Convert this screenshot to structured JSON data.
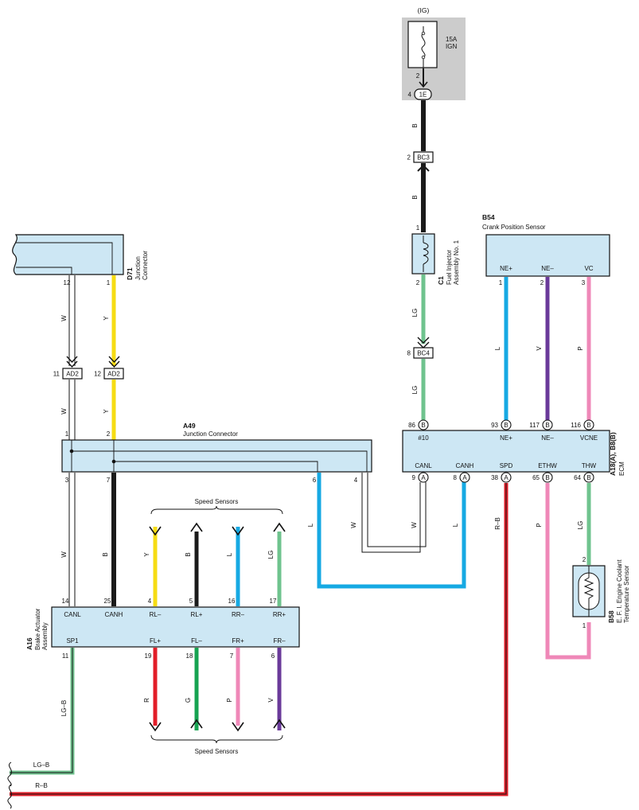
{
  "fuse": {
    "source": "(IG)",
    "rating": "15A",
    "name": "IGN",
    "pin": "2",
    "conn_pin": "4",
    "conn": "1E"
  },
  "connectors": {
    "bc3": {
      "pin": "2",
      "name": "BC3"
    },
    "bc4": {
      "pin": "8",
      "name": "BC4"
    },
    "ad2_w": {
      "pin": "11",
      "name": "AD2"
    },
    "ad2_y": {
      "pin": "12",
      "name": "AD2"
    }
  },
  "injector": {
    "code": "C1",
    "name_line1": "Fuel Injector",
    "name_line2": "Assembly No. 1",
    "pin_top": "1",
    "pin_bottom": "2"
  },
  "d71": {
    "code": "D71",
    "line1": "Junction",
    "line2": "Connector",
    "pin_w": "12",
    "pin_y": "1"
  },
  "a49": {
    "code": "A49",
    "name": "Junction Connector",
    "pins_top": [
      "1",
      "2"
    ],
    "pins_bottom": [
      "3",
      "7",
      "6",
      "4"
    ]
  },
  "b54": {
    "code": "B54",
    "name": "Crank Position Sensor",
    "terms": [
      "NE+",
      "NE–",
      "VC"
    ],
    "pins": [
      "1",
      "2",
      "3"
    ]
  },
  "ecm": {
    "code_line1": "A18(A), B8(B)",
    "code_line2": "ECM",
    "top_terms": [
      "#10",
      "NE+",
      "NE–",
      "VCNE"
    ],
    "top_pins": [
      "86",
      "93",
      "117",
      "116"
    ],
    "top_conn": [
      "B",
      "B",
      "B",
      "B"
    ],
    "bottom_terms": [
      "CANL",
      "CANH",
      "SPD",
      "ETHW",
      "THW"
    ],
    "bottom_pins": [
      "9",
      "8",
      "38",
      "65",
      "64"
    ],
    "bottom_conn": [
      "A",
      "A",
      "A",
      "B",
      "B"
    ]
  },
  "b58": {
    "code": "B58",
    "line1": "E. F. I.  Engine Coolant",
    "line2": "Temperature Sensor",
    "pin_top": "2",
    "pin_bottom": "1"
  },
  "a16": {
    "code": "A16",
    "line1": "Brake Actuator",
    "line2": "Assembly",
    "top_terms": [
      "CANL",
      "CANH",
      "RL–",
      "RL+",
      "RR–",
      "RR+"
    ],
    "top_pins": [
      "14",
      "25",
      "4",
      "5",
      "16",
      "17"
    ],
    "bottom_terms": [
      "SP1",
      "FL+",
      "FL–",
      "FR+",
      "FR–"
    ],
    "bottom_pins": [
      "11",
      "19",
      "18",
      "7",
      "6"
    ]
  },
  "speed_sensors_top": "Speed Sensors",
  "speed_sensors_bottom": "Speed Sensors",
  "wire_colors": {
    "B": "B",
    "LG": "LG",
    "W": "W",
    "Y": "Y",
    "L": "L",
    "V": "V",
    "P": "P",
    "R": "R",
    "G": "G",
    "R_B": "R–B",
    "LG_B": "LG–B"
  },
  "swatches": {
    "black": "#1a1a1a",
    "yellow": "#f6dc13",
    "green": "#6fc38e",
    "blue": "#16a9e3",
    "violet": "#6a3a9a",
    "pink": "#ef88b8",
    "red": "#e21d28",
    "dgreen": "#16a351",
    "panel": "#cde7f4",
    "grey": "#cccccc"
  }
}
